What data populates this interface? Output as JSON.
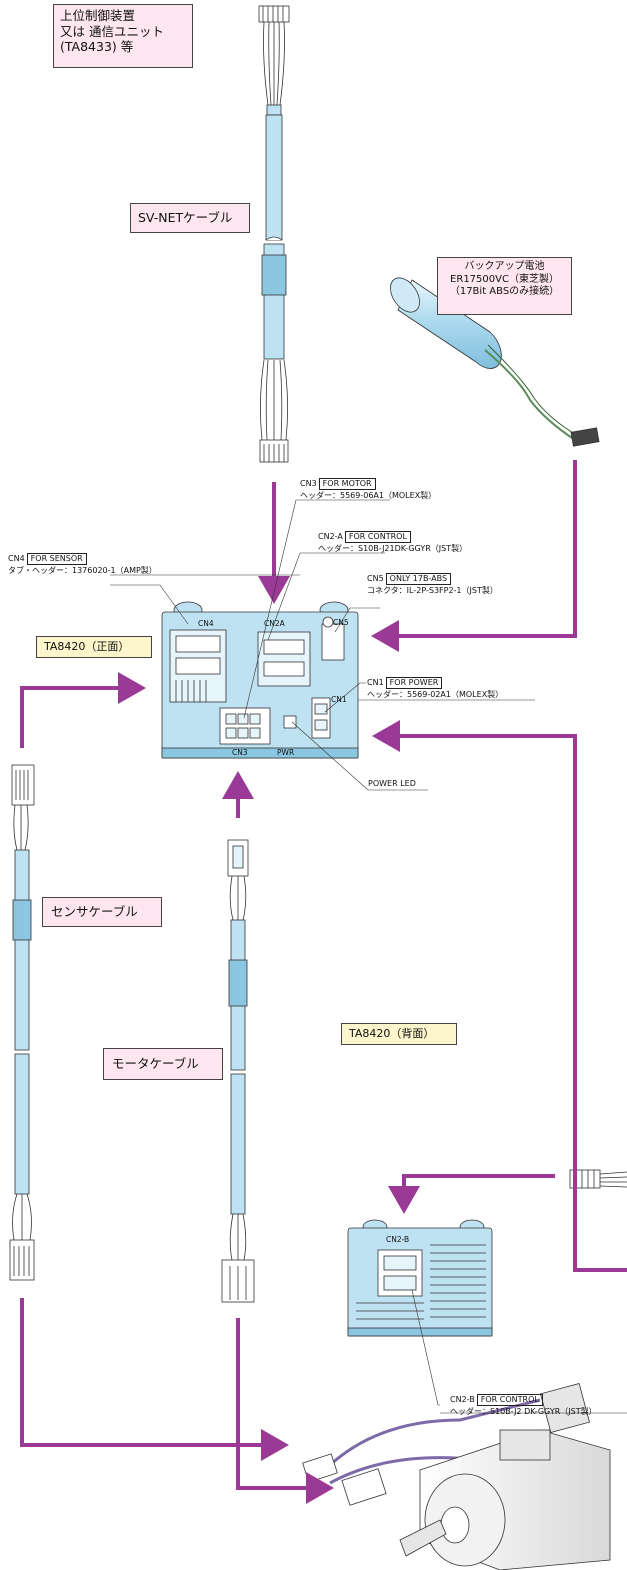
{
  "host_box": {
    "line1": "上位制御装置",
    "line2": "又は 通信ユニット",
    "line3": "(TA8433) 等"
  },
  "cable_labels": {
    "svnet": "SV-NETケーブル",
    "sensor": "センサケーブル",
    "motor": "モータケーブル"
  },
  "battery": {
    "line1": "バックアップ電池",
    "line2": "ER17500VC（東芝製）",
    "line3": "（17Bit ABSのみ接続）"
  },
  "front_label": "TA8420（正面）",
  "back_label": "TA8420（背面）",
  "connectors": {
    "cn3": {
      "name": "CN3",
      "tag": "FOR MOTOR",
      "part": "ヘッダー：5569-06A1（MOLEX製）"
    },
    "cn2a": {
      "name": "CN2-A",
      "tag": "FOR CONTROL",
      "part": "ヘッダー：S10B-J21DK-GGYR（JST製）"
    },
    "cn4": {
      "name": "CN4",
      "tag": "FOR SENSOR",
      "part": "タブ・ヘッダー：1376020-1（AMP製）"
    },
    "cn5": {
      "name": "CN5",
      "tag": "ONLY 17B-ABS",
      "part": "コネクタ：IL-2P-S3FP2-1（JST製）"
    },
    "cn1": {
      "name": "CN1",
      "tag": "FOR POWER",
      "part": "ヘッダー：5569-02A1（MOLEX製）"
    },
    "cn2b": {
      "name": "CN2-B",
      "tag": "FOR CONTROL",
      "part": "ヘッダー：S10B-J2 DK-GGYR（JST製）"
    }
  },
  "power_led": "POWER LED",
  "unit_marks": {
    "cn4": "CN4",
    "cn2a": "CN2A",
    "cn5": "CN5",
    "cn1": "CN1",
    "cn3": "CN3",
    "pwr": "PWR",
    "cn2b": "CN2-B"
  },
  "colors": {
    "arrow": "#9b3a96",
    "unit_body": "#bfe2f2",
    "cable": "#bfe2f2",
    "pink_label": "#fde6ef",
    "yellow_label": "#fdf6cc"
  }
}
